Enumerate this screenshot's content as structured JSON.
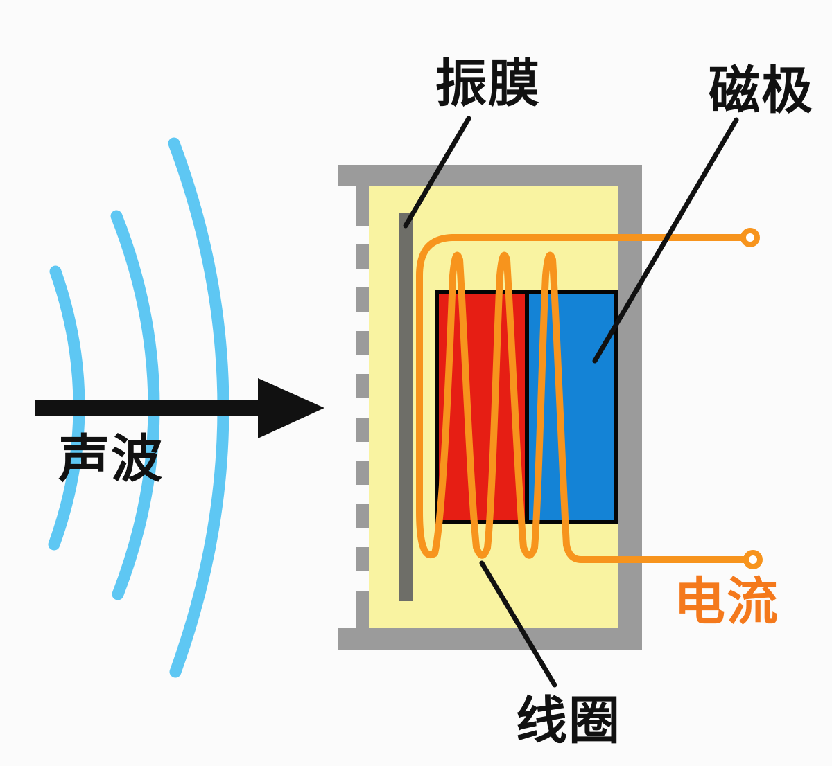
{
  "diagram": {
    "labels": {
      "diaphragm": "振膜",
      "magnet_pole": "磁极",
      "sound_wave": "声波",
      "current": "电流",
      "coil": "线圈"
    },
    "colors": {
      "bg": "#fbfbfb",
      "housing_gray": "#9b9b9b",
      "interior_yellow": "#f9f3a1",
      "diaphragm_gray": "#6e6e68",
      "magnet_red": "#e61e14",
      "magnet_blue": "#1483d6",
      "coil_orange": "#f7941d",
      "wave_blue": "#5ec7f3",
      "current_orange": "#f4791c",
      "label_black": "#111111"
    }
  }
}
